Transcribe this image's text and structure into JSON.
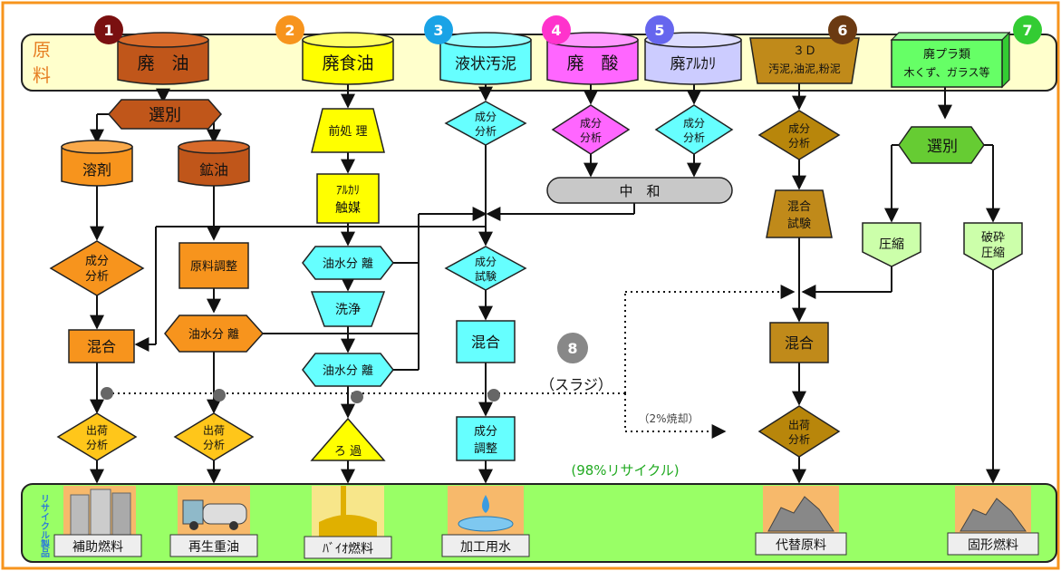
{
  "raw_band": {
    "label_1": "原",
    "label_2": "料"
  },
  "product_band": {
    "label": "リサイクル製品"
  },
  "badges": [
    "1",
    "2",
    "3",
    "4",
    "5",
    "6",
    "7",
    "8"
  ],
  "materials": {
    "m1": "廃　油",
    "m2": "廃食油",
    "m3": "液状汚泥",
    "m4": "廃　酸",
    "m5": "廃ｱﾙｶﾘ",
    "m6_line1": "３Ｄ",
    "m6_line2": "汚泥,油泥,粉泥",
    "m7_line1": "廃プラ類",
    "m7_line2": "木くず、ガラス等"
  },
  "steps": {
    "senbetsu1": "選別",
    "youzai": "溶剤",
    "kouyu": "鉱油",
    "seibun_bunseki": "成分\n分析",
    "genryou_chousei": "原料調整",
    "yusui_bunri": "油水分 離",
    "kongou": "混合",
    "shukka_bunseki": "出荷\n分析",
    "maeshori": "前処 理",
    "alkali_shokubai": "ｱﾙｶﾘ\n触媒",
    "senjou": "洗浄",
    "roka": "ろ 過",
    "seibun_shiken": "成分\n試験",
    "seibun_chousei": "成分\n調整",
    "chuwa": "中　和",
    "kongou_shiken": "混合\n試験",
    "senbetsu2": "選別",
    "asshuku": "圧縮",
    "hasai_asshuku": "破砕\n圧縮"
  },
  "annotations": {
    "sludge": "（スラジ）",
    "burn": "（2%焼却）",
    "recycle": "(98%リサイクル)"
  },
  "products": [
    "補助燃料",
    "再生重油",
    "ﾊﾞｲｵ燃料",
    "加工用水",
    "代替原料",
    "固形燃料"
  ],
  "colors": {
    "orange": "#f7941d",
    "brown": "#c0561a",
    "yellow": "#ffff00",
    "cyan": "#66ffff",
    "magenta": "#ff66ff",
    "lavender": "#ccccff",
    "tan": "#c08a1a",
    "green": "#66ff66",
    "band_top": "#ffffcc",
    "band_bottom": "#99ff66"
  }
}
